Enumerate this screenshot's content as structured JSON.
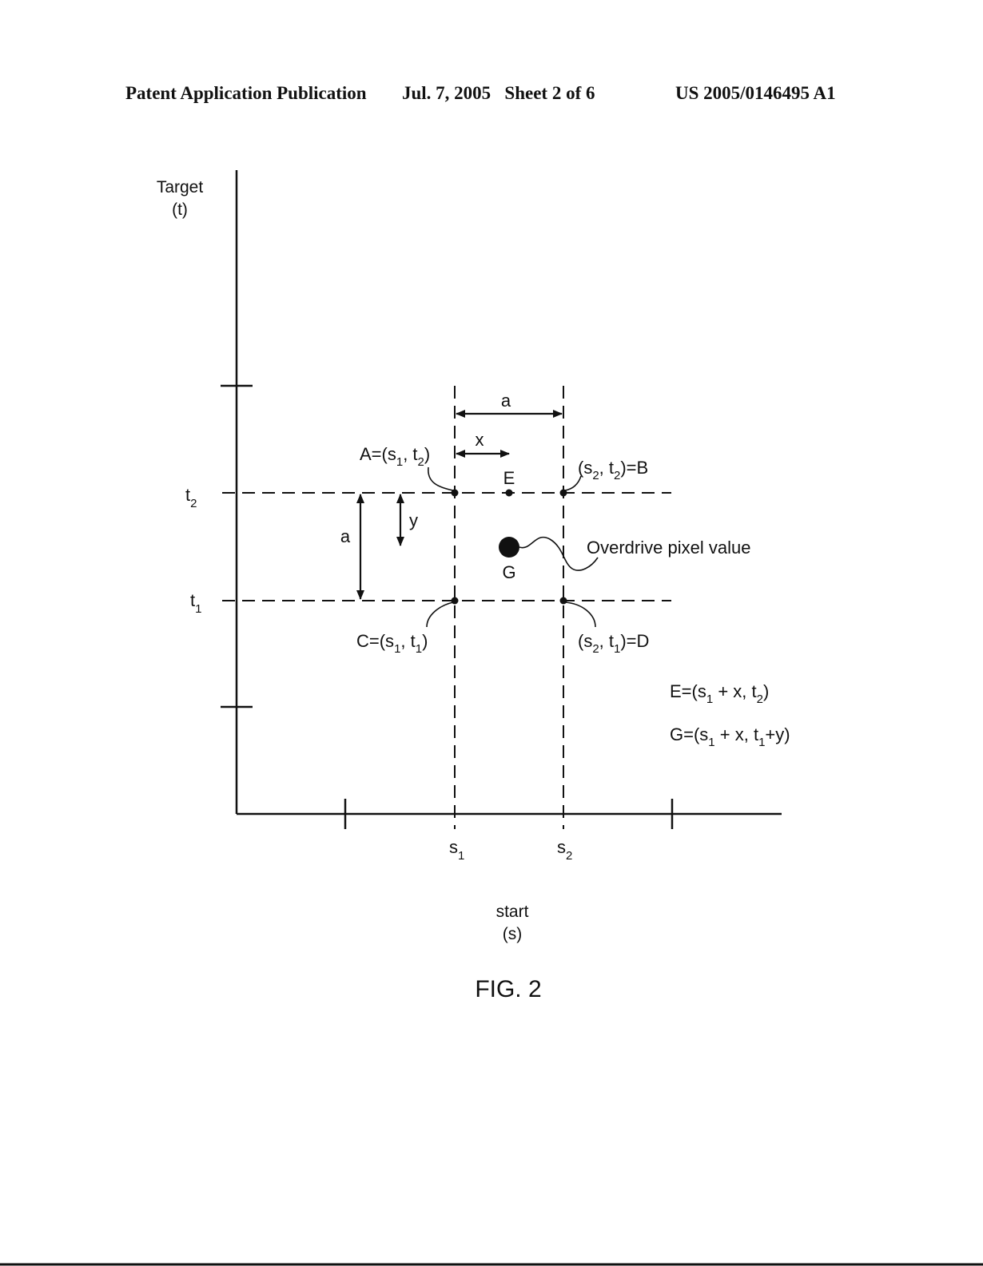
{
  "header": {
    "left": "Patent Application Publication",
    "center": "Jul. 7, 2005   Sheet 2 of 6",
    "right": "US 2005/0146495 A1"
  },
  "figure": {
    "caption": "FIG. 2",
    "y_axis_label": [
      "Target",
      "(t)"
    ],
    "x_axis_label": [
      "start",
      "(s)"
    ],
    "ticks": {
      "t2": {
        "base": "t",
        "sub": "2"
      },
      "t1": {
        "base": "t",
        "sub": "1"
      },
      "s1": {
        "base": "s",
        "sub": "1"
      },
      "s2": {
        "base": "s",
        "sub": "2"
      }
    },
    "dim_a_horizontal": "a",
    "dim_a_vertical": "a",
    "dim_x": "x",
    "dim_y": "y",
    "point_A": {
      "pre": "A=(s",
      "s1": "1",
      "mid": ", t",
      "s2": "2",
      "post": ")"
    },
    "point_B": {
      "pre": "(s",
      "s1": "2",
      "mid": ", t",
      "s2": "2",
      "post": ")=B"
    },
    "point_C": {
      "pre": "C=(s",
      "s1": "1",
      "mid": ", t",
      "s2": "1",
      "post": ")"
    },
    "point_D": {
      "pre": "(s",
      "s1": "2",
      "mid": ", t",
      "s2": "1",
      "post": ")=D"
    },
    "point_E": "E",
    "point_G": "G",
    "overdrive_label": "Overdrive pixel value",
    "formula_E": {
      "pre": "E=(s",
      "s1": "1",
      "mid": " + x, t",
      "s2": "2",
      "post": ")"
    },
    "formula_G": {
      "pre": "G=(s",
      "s1": "1",
      "mid": " + x, t",
      "s2": "1",
      "post": "+y)"
    }
  }
}
